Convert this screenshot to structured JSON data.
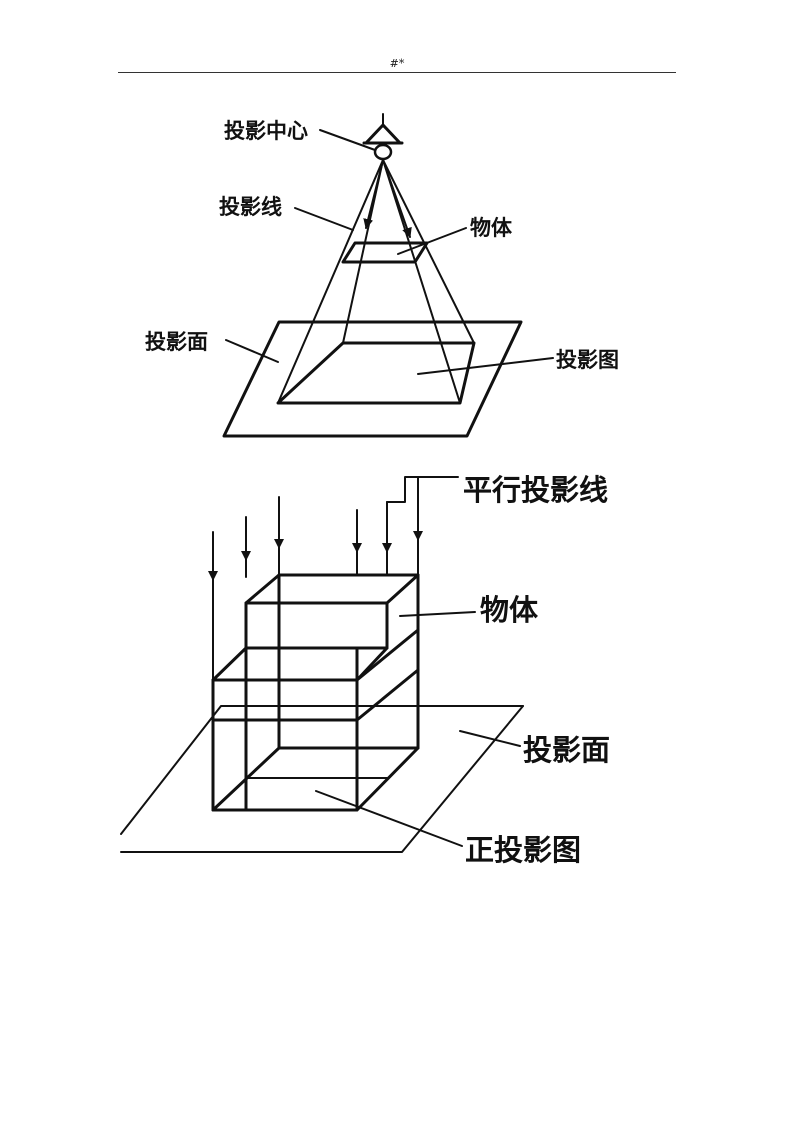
{
  "header": {
    "page_marker": "#*"
  },
  "figure_top": {
    "labels": {
      "projection_center": "投影中心",
      "projection_lines": "投影线",
      "object": "物体",
      "projection_plane": "投影面",
      "projection_image": "投影图"
    }
  },
  "figure_bottom": {
    "labels": {
      "parallel_projection_lines": "平行投影线",
      "object": "物体",
      "projection_plane": "投影面",
      "orthographic_image": "正投影图"
    }
  }
}
